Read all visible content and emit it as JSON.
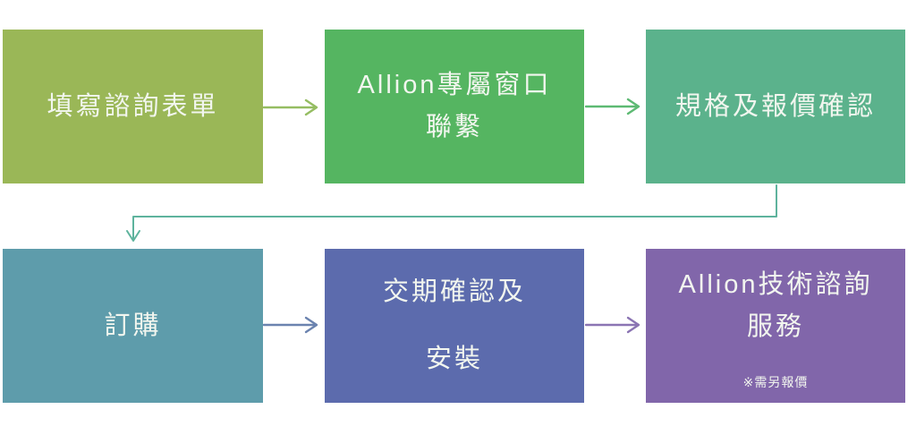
{
  "flow": {
    "steps": [
      {
        "name": "fill-consultation-form",
        "lines": [
          "填寫諮詢表單"
        ],
        "color": "#9ab757"
      },
      {
        "name": "allion-dedicated-contact",
        "lines": [
          "Allion專屬窗口",
          "聯繫"
        ],
        "color": "#55b561"
      },
      {
        "name": "spec-and-quote-confirmation",
        "lines": [
          "規格及報價確認"
        ],
        "color": "#5bb28c"
      },
      {
        "name": "place-order",
        "lines": [
          "訂購"
        ],
        "color": "#5e9cab"
      },
      {
        "name": "delivery-confirmation-installation",
        "lines": [
          "交期確認及",
          "安裝"
        ],
        "color": "#5c6bad"
      },
      {
        "name": "allion-technical-consulting-service",
        "lines": [
          "Allion技術諮詢",
          "服務"
        ],
        "note": "※需另報價",
        "color": "#8166aa"
      }
    ],
    "connectors": {
      "arrow_1_2_color": "#95bd62",
      "arrow_2_3_color": "#5dba73",
      "elbow_3_4_color": "#5eb39d",
      "arrow_4_5_color": "#6b83af",
      "arrow_5_6_color": "#8b74b3"
    },
    "text_color": "#f2f6ef",
    "background_color": "#ffffff"
  }
}
